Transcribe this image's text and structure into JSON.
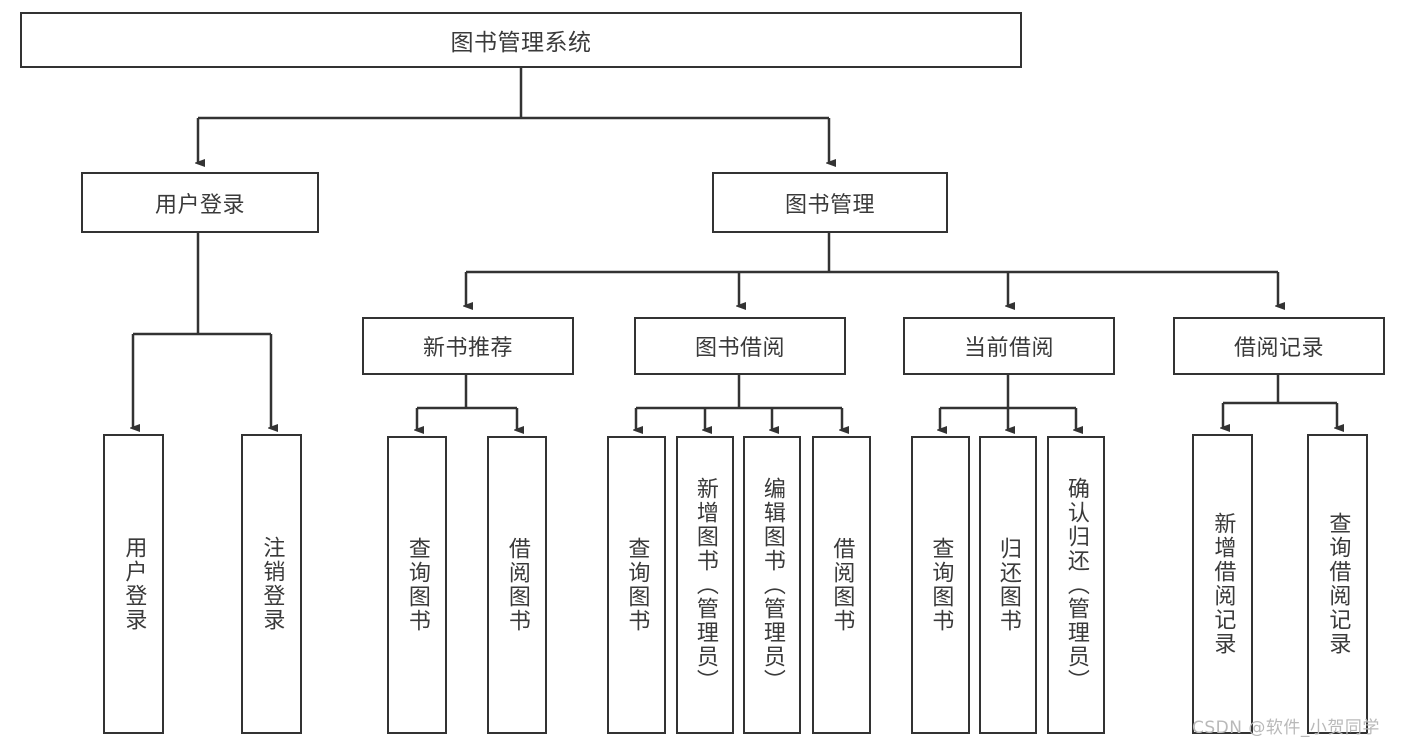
{
  "diagram": {
    "type": "tree-hierarchy-flowchart",
    "title": "图书管理系统",
    "background_color": "#ffffff",
    "box_border_color": "#333333",
    "text_color": "#3a3a3a",
    "line_color": "#333333"
  },
  "nodes": {
    "root": {
      "label": "图书管理系统",
      "level": 0,
      "orientation": "horizontal"
    },
    "user_login": {
      "label": "用户登录",
      "level": 1,
      "orientation": "horizontal"
    },
    "book_manage": {
      "label": "图书管理",
      "level": 1,
      "orientation": "horizontal"
    },
    "new_book_rec": {
      "label": "新书推荐",
      "level": 2,
      "orientation": "horizontal"
    },
    "book_borrow": {
      "label": "图书借阅",
      "level": 2,
      "orientation": "horizontal"
    },
    "current_borrow": {
      "label": "当前借阅",
      "level": 2,
      "orientation": "horizontal"
    },
    "borrow_record": {
      "label": "借阅记录",
      "level": 2,
      "orientation": "horizontal"
    },
    "leaf_user_login": {
      "label": "用户登录",
      "level": 3,
      "orientation": "vertical"
    },
    "leaf_logout": {
      "label": "注销登录",
      "level": 3,
      "orientation": "vertical"
    },
    "leaf_query_book_1": {
      "label": "查询图书",
      "level": 3,
      "orientation": "vertical"
    },
    "leaf_borrow_book_1": {
      "label": "借阅图书",
      "level": 3,
      "orientation": "vertical"
    },
    "leaf_query_book_2": {
      "label": "查询图书",
      "level": 3,
      "orientation": "vertical"
    },
    "leaf_add_book": {
      "label": "新增图书（管理员）",
      "level": 3,
      "orientation": "vertical"
    },
    "leaf_edit_book": {
      "label": "编辑图书（管理员）",
      "level": 3,
      "orientation": "vertical"
    },
    "leaf_borrow_book_2": {
      "label": "借阅图书",
      "level": 3,
      "orientation": "vertical"
    },
    "leaf_query_book_3": {
      "label": "查询图书",
      "level": 3,
      "orientation": "vertical"
    },
    "leaf_return_book": {
      "label": "归还图书",
      "level": 3,
      "orientation": "vertical"
    },
    "leaf_confirm_return": {
      "label": "确认归还（管理员）",
      "level": 3,
      "orientation": "vertical"
    },
    "leaf_add_record": {
      "label": "新增借阅记录",
      "level": 3,
      "orientation": "vertical"
    },
    "leaf_query_record": {
      "label": "查询借阅记录",
      "level": 3,
      "orientation": "vertical"
    }
  },
  "edges": [
    {
      "from": "root",
      "to": "user_login"
    },
    {
      "from": "root",
      "to": "book_manage"
    },
    {
      "from": "book_manage",
      "to": "new_book_rec"
    },
    {
      "from": "book_manage",
      "to": "book_borrow"
    },
    {
      "from": "book_manage",
      "to": "current_borrow"
    },
    {
      "from": "book_manage",
      "to": "borrow_record"
    },
    {
      "from": "user_login",
      "to": "leaf_user_login"
    },
    {
      "from": "user_login",
      "to": "leaf_logout"
    },
    {
      "from": "new_book_rec",
      "to": "leaf_query_book_1"
    },
    {
      "from": "new_book_rec",
      "to": "leaf_borrow_book_1"
    },
    {
      "from": "book_borrow",
      "to": "leaf_query_book_2"
    },
    {
      "from": "book_borrow",
      "to": "leaf_add_book"
    },
    {
      "from": "book_borrow",
      "to": "leaf_edit_book"
    },
    {
      "from": "book_borrow",
      "to": "leaf_borrow_book_2"
    },
    {
      "from": "current_borrow",
      "to": "leaf_query_book_3"
    },
    {
      "from": "current_borrow",
      "to": "leaf_return_book"
    },
    {
      "from": "current_borrow",
      "to": "leaf_confirm_return"
    },
    {
      "from": "borrow_record",
      "to": "leaf_add_record"
    },
    {
      "from": "borrow_record",
      "to": "leaf_query_record"
    }
  ],
  "watermark": {
    "text": "CSDN @软件_小贺同学",
    "color": "#b9b9b9"
  }
}
